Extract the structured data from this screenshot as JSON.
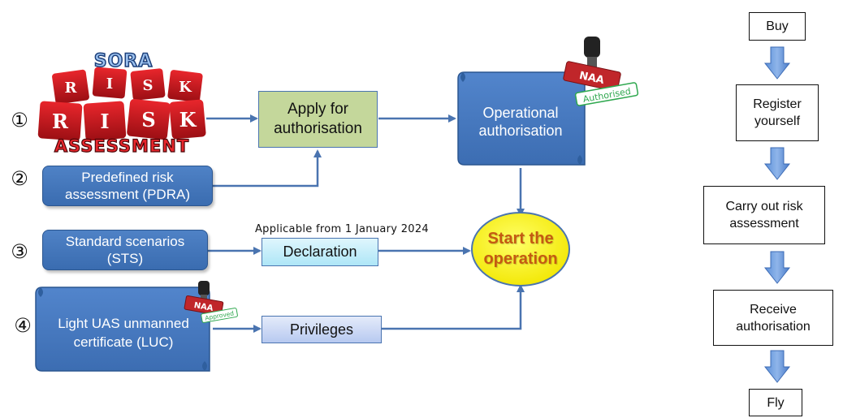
{
  "markers": {
    "m1": "①",
    "m2": "②",
    "m3": "③",
    "m4": "④"
  },
  "sora_graphic": {
    "top_text": "SORA",
    "cube_letters": [
      "R",
      "I",
      "S",
      "K",
      "R",
      "I",
      "S",
      "K"
    ],
    "bottom_text": "ASSESSMENT"
  },
  "nodes": {
    "apply": "Apply for authorisation",
    "operational": "Operational authorisation",
    "pdra": "Predefined risk assessment (PDRA)",
    "sts": "Standard scenarios (STS)",
    "declaration": "Declaration",
    "start": "Start the operation",
    "luc": "Light UAS unmanned certificate (LUC)",
    "privileges": "Privileges"
  },
  "note": "Applicable from 1 January 2024",
  "stamps": {
    "large": {
      "label": "NAA",
      "text": "Authorised"
    },
    "small": {
      "label": "NAA",
      "text": "Approved"
    }
  },
  "steps": [
    "Buy",
    "Register yourself",
    "Carry out risk assessment",
    "Receive authorisation",
    "Fly"
  ],
  "colors": {
    "blue_box": "#4472c4",
    "green_box": "#c4d79b",
    "light_blue_box": "#c5eefb",
    "start_fill": "#ffff00",
    "start_text": "#c55a11",
    "connector": "#4a74b0",
    "stamp_red": "#c0262a",
    "stamp_green": "#2fa84f"
  }
}
